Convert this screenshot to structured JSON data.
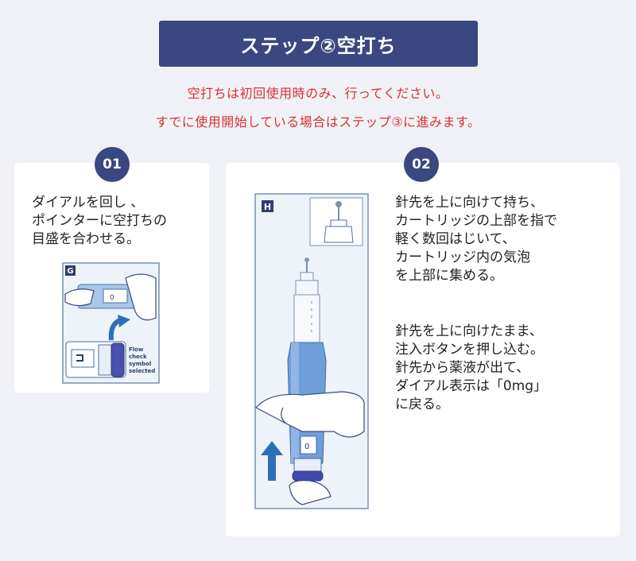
{
  "header": {
    "title": "ステップ②空打ち"
  },
  "notice": {
    "line1": "空打ちは初回使用時のみ、行ってください。",
    "line2": "すでに使用開始している場合はステップ③に進みます。"
  },
  "step1": {
    "badge": "01",
    "lines": [
      "ダイアルを回し 、",
      "ポインターに空打ちの",
      "目盛を合わせる。"
    ],
    "figure_letter": "G",
    "figure_caption": [
      "Flow",
      "check",
      "symbol",
      "selected"
    ]
  },
  "step2": {
    "badge": "02",
    "lines_a": [
      "針先を上に向けて持ち、",
      "カートリッジの上部を指で",
      "軽く数回はじいて、",
      "カートリッジ内の気泡",
      "を上部に集める。"
    ],
    "lines_b": [
      "針先を上に向けたまま、",
      "注入ボタンを押し込む。",
      "針先から薬液が出て、",
      "ダイアル表示は「0mg」",
      "に戻る。"
    ],
    "figure_letter": "H"
  },
  "colors": {
    "banner": "#3a4780",
    "notice_red": "#d8332d",
    "pen_blue": "#6f9fd8",
    "arrow_blue": "#2f6fb7"
  }
}
